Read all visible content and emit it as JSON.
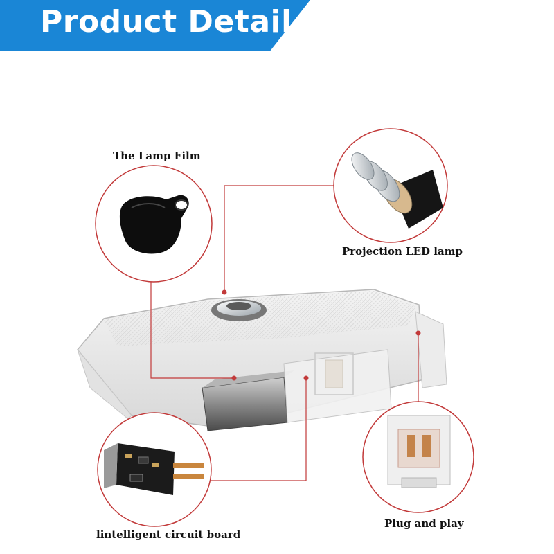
{
  "banner": {
    "title": "Product Detail",
    "color": "#1a86d6"
  },
  "callouts": {
    "lamp_film": "The Lamp Film",
    "projection_led": "Projection LED lamp",
    "circuit_board": "lintelligent circuit board",
    "plug_and_play": "Plug and play"
  },
  "colors": {
    "callout_line": "#c23a3a",
    "callout_circle": "#c23a3a"
  }
}
